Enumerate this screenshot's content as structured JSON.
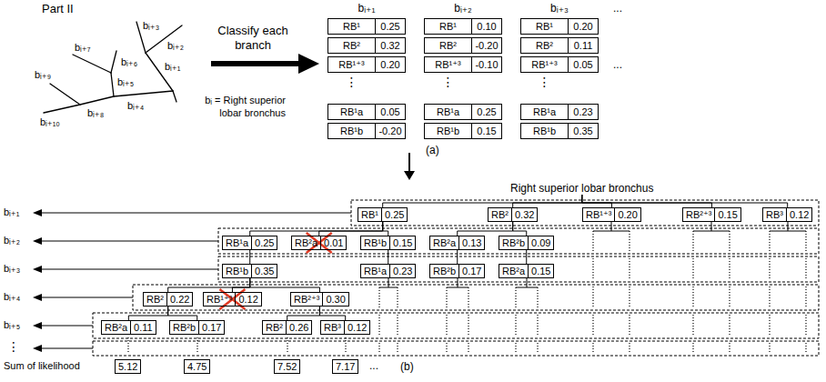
{
  "diagram": {
    "nodes": [
      {
        "text": [
          "Right superior lobar bronchus"
        ]
      },
      {
        "text": [
          "RB¹",
          "0.25"
        ]
      },
      {
        "text": [
          "RB²",
          "0.32"
        ]
      },
      {
        "text": [
          "RB¹⁺³",
          "0.20"
        ]
      },
      {
        "text": [
          "RB²⁺³",
          "0.15"
        ]
      },
      {
        "text": [
          "RB³",
          "0.12"
        ]
      },
      {
        "text": [
          "RB¹a",
          "0.25"
        ]
      },
      {
        "text": [
          "RB²a",
          "0.01"
        ]
      },
      {
        "text": [
          "RB¹b",
          "0.15"
        ]
      },
      {
        "text": [
          "RB²a",
          "0.13"
        ]
      },
      {
        "text": [
          "RB²b",
          "0.09"
        ]
      },
      {
        "text": [
          "RB¹b",
          "0.35"
        ]
      },
      {
        "text": [
          "RB¹a",
          "0.23"
        ]
      },
      {
        "text": [
          "RB²b",
          "0.17"
        ]
      },
      {
        "text": [
          "RB²a",
          "0.15"
        ]
      },
      {
        "text": [
          "RB²",
          "0.22"
        ]
      },
      {
        "text": [
          "RB¹⁺³",
          "0.12"
        ]
      },
      {
        "text": [
          "RB²⁺³",
          "0.30"
        ]
      },
      {
        "text": [
          "RB²a",
          "0.11"
        ]
      },
      {
        "text": [
          "RB²b",
          "0.17"
        ]
      },
      {
        "text": [
          "RB²",
          "0.26"
        ]
      },
      {
        "text": [
          "RB³",
          "0.12"
        ]
      },
      {
        "text": [
          "5.12"
        ]
      },
      {
        "text": [
          "4.75"
        ]
      },
      {
        "text": [
          "7.52"
        ]
      },
      {
        "text": [
          "7.17"
        ]
      }
    ],
    "edges": [
      {
        "from": 0,
        "to": 1,
        "arrow": "none"
      },
      {
        "from": 0,
        "to": 2,
        "arrow": "none"
      },
      {
        "from": 0,
        "to": 3,
        "arrow": "none"
      },
      {
        "from": 0,
        "to": 4,
        "arrow": "none"
      },
      {
        "from": 0,
        "to": 5,
        "arrow": "none"
      },
      {
        "from": 1,
        "to": 6,
        "arrow": "none"
      },
      {
        "from": 1,
        "to": 7,
        "arrow": "none"
      },
      {
        "from": 1,
        "to": 8,
        "arrow": "none"
      },
      {
        "from": 2,
        "to": 9,
        "arrow": "none"
      },
      {
        "from": 2,
        "to": 10,
        "arrow": "none"
      },
      {
        "from": 6,
        "to": 11,
        "arrow": "none"
      },
      {
        "from": 8,
        "to": 12,
        "arrow": "none"
      },
      {
        "from": 9,
        "to": 13,
        "arrow": "none"
      },
      {
        "from": 10,
        "to": 14,
        "arrow": "none"
      },
      {
        "from": 11,
        "to": 15,
        "arrow": "none"
      },
      {
        "from": 11,
        "to": 16,
        "arrow": "none"
      },
      {
        "from": 11,
        "to": 17,
        "arrow": "none"
      },
      {
        "from": 15,
        "to": 18,
        "arrow": "none"
      },
      {
        "from": 15,
        "to": 19,
        "arrow": "none"
      },
      {
        "from": 17,
        "to": 20,
        "arrow": "none"
      },
      {
        "from": 17,
        "to": 21,
        "arrow": "none"
      }
    ],
    "labels": [
      "Part II",
      "bᵢ₊₃",
      "bᵢ₊₂",
      "bᵢ₊₇",
      "bᵢ₊₆",
      "bᵢ₊₁",
      "bᵢ₊₉",
      "bᵢ₊₅",
      "bᵢ₊₁₀",
      "bᵢ₊₈",
      "bᵢ₊₄",
      "bᵢ = Right superior lobar bronchus",
      "Classify each branch",
      "bᵢ₊₁",
      "RB¹",
      "0.25",
      "RB²",
      "0.32",
      "RB¹⁺³",
      "0.20",
      "⋮",
      "RB¹a",
      "0.05",
      "RB¹b",
      "-0.20",
      "bᵢ₊₂",
      "RB¹",
      "0.10",
      "RB²",
      "-0.20",
      "RB¹⁺³",
      "-0.10",
      "⋮",
      "RB¹a",
      "0.25",
      "RB¹b",
      "0.15",
      "bᵢ₊₃",
      "RB¹",
      "0.20",
      "RB²",
      "0.11",
      "RB¹⁺³",
      "0.05",
      "⋮",
      "RB¹a",
      "0.23",
      "RB¹b",
      "0.35",
      "...",
      "...",
      "(a)",
      "bᵢ₊₁",
      "bᵢ₊₂",
      "bᵢ₊₃",
      "bᵢ₊₄",
      "bᵢ₊₅",
      "⋮",
      "Sum of likelihood",
      "...",
      "(b)"
    ]
  }
}
